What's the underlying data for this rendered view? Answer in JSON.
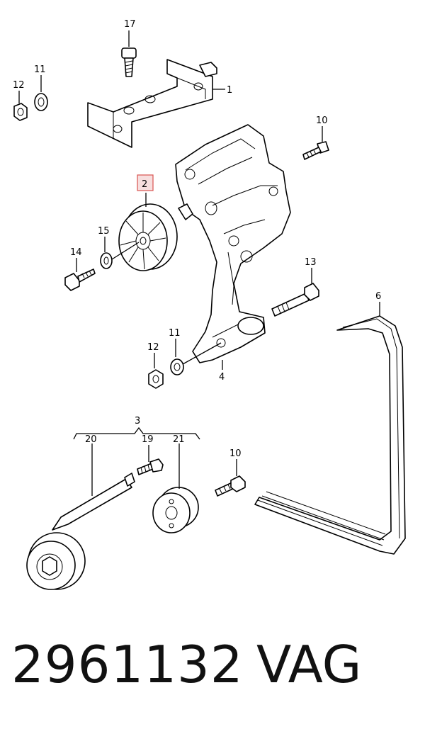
{
  "diagram": {
    "callouts": {
      "c17": "17",
      "c11a": "11",
      "c12a": "12",
      "c1": "1",
      "c10a": "10",
      "c2": "2",
      "c15": "15",
      "c14": "14",
      "c13": "13",
      "c6": "6",
      "c11b": "11",
      "c12b": "12",
      "c4": "4",
      "c3": "3",
      "c20": "20",
      "c19": "19",
      "c21": "21",
      "c10b": "10"
    },
    "highlight_color": "#d9534f"
  },
  "footer": {
    "part_number": "2961132",
    "brand": "VAG"
  }
}
